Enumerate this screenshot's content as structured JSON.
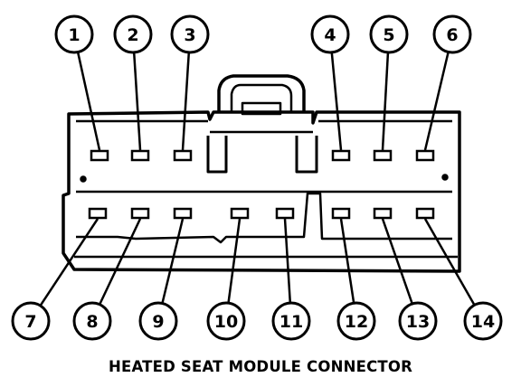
{
  "caption": "HEATED SEAT MODULE CONNECTOR",
  "pins": [
    {
      "number": "1",
      "row": "top"
    },
    {
      "number": "2",
      "row": "top"
    },
    {
      "number": "3",
      "row": "top"
    },
    {
      "number": "4",
      "row": "top"
    },
    {
      "number": "5",
      "row": "top"
    },
    {
      "number": "6",
      "row": "top"
    },
    {
      "number": "7",
      "row": "bottom"
    },
    {
      "number": "8",
      "row": "bottom"
    },
    {
      "number": "9",
      "row": "bottom"
    },
    {
      "number": "10",
      "row": "bottom"
    },
    {
      "number": "11",
      "row": "bottom"
    },
    {
      "number": "12",
      "row": "bottom"
    },
    {
      "number": "13",
      "row": "bottom"
    },
    {
      "number": "14",
      "row": "bottom"
    }
  ],
  "colors": {
    "ink": "#000000",
    "paper": "#ffffff"
  }
}
